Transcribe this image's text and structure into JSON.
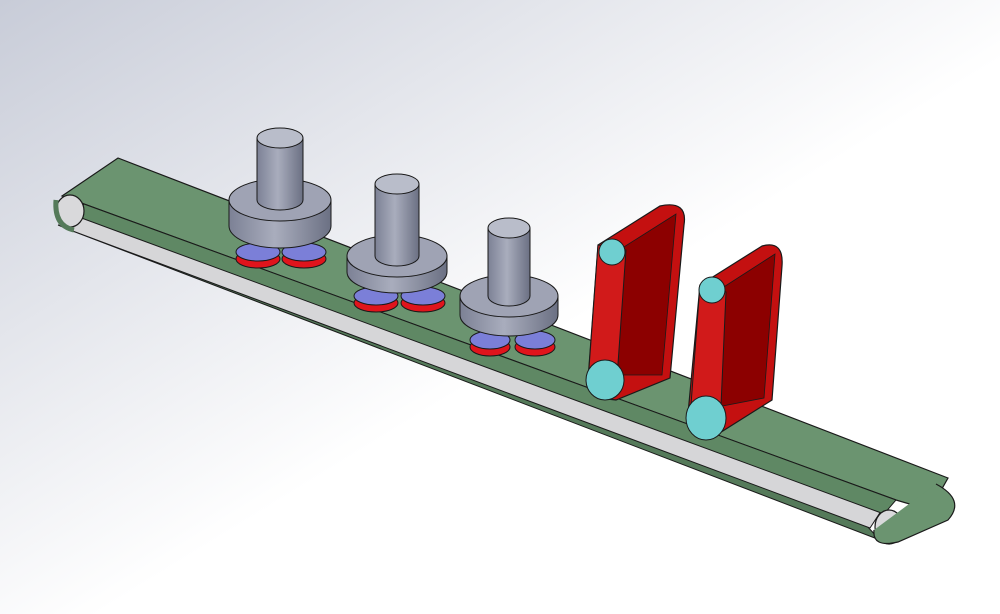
{
  "scene": {
    "type": "cad-isometric-render",
    "components": {
      "conveyor": {
        "name": "conveyor-belt",
        "count": 1
      },
      "spindle_units": {
        "name": "vertical-spindle-with-roller-pairs",
        "count": 3
      },
      "belt_loops": {
        "name": "upright-belt-loop",
        "count": 2
      }
    }
  },
  "colors": {
    "background_light": "#ffffff",
    "background_shade": "#c9cdd8",
    "belt_top": "#6b9470",
    "belt_side": "#557a5a",
    "belt_edge": "#2f4a33",
    "frame": "#d6d6d8",
    "steel_body": "#9a9fb0",
    "steel_top": "#b9bdca",
    "steel_dark": "#6f7486",
    "roller_blue": "#7b7fd8",
    "roller_red": "#e0141c",
    "loop_red": "#c41010",
    "loop_dark": "#7a0000",
    "loop_cap": "#6fcfd0",
    "outline": "#1a1a1a"
  }
}
